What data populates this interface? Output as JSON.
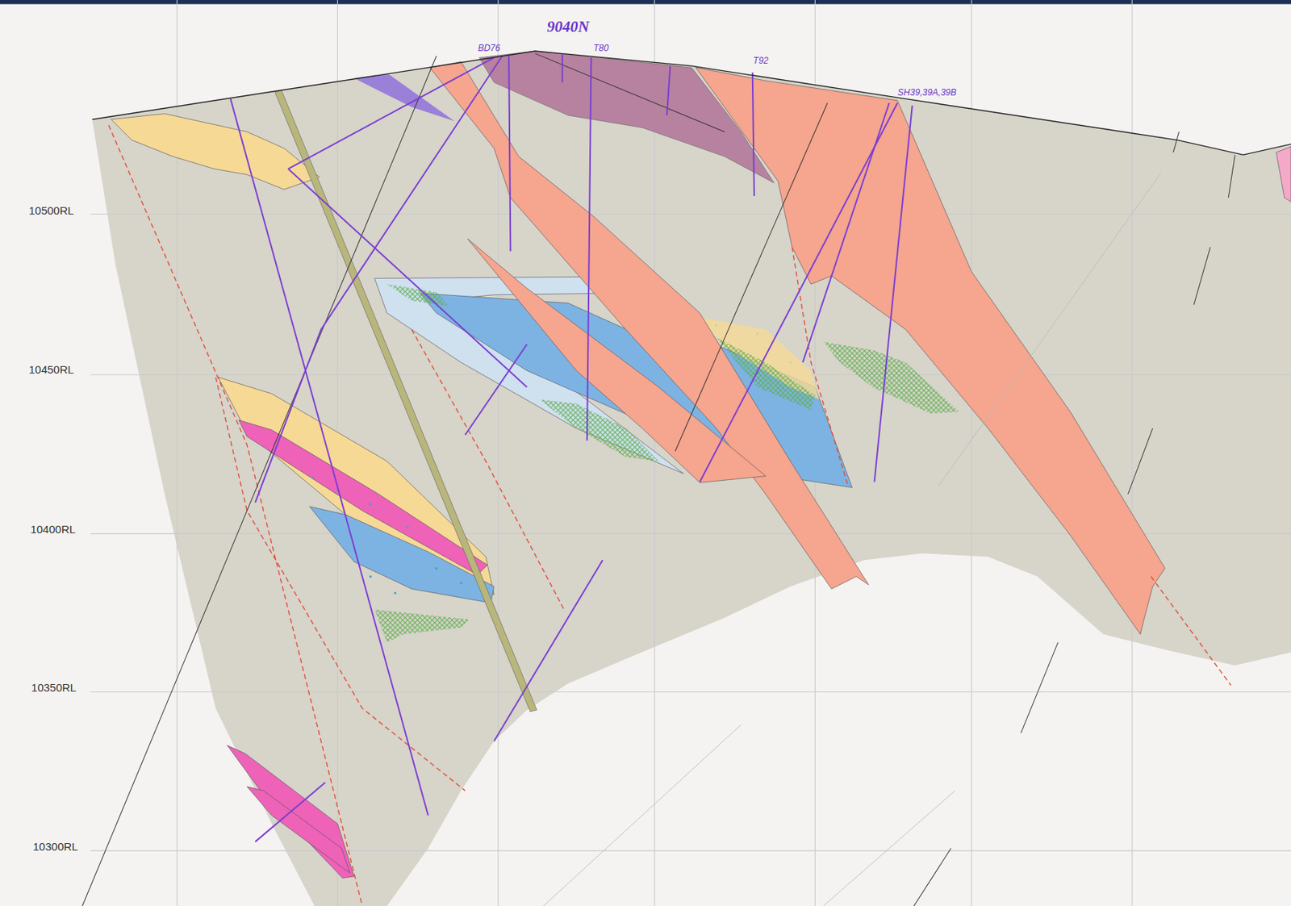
{
  "diagram": {
    "title": "9040N",
    "labels": [
      "BD76",
      "T80",
      "T92",
      "SH39,39A,39B",
      "10500RL",
      "10450RL",
      "10400RL",
      "10350RL",
      "10300RL"
    ]
  }
}
